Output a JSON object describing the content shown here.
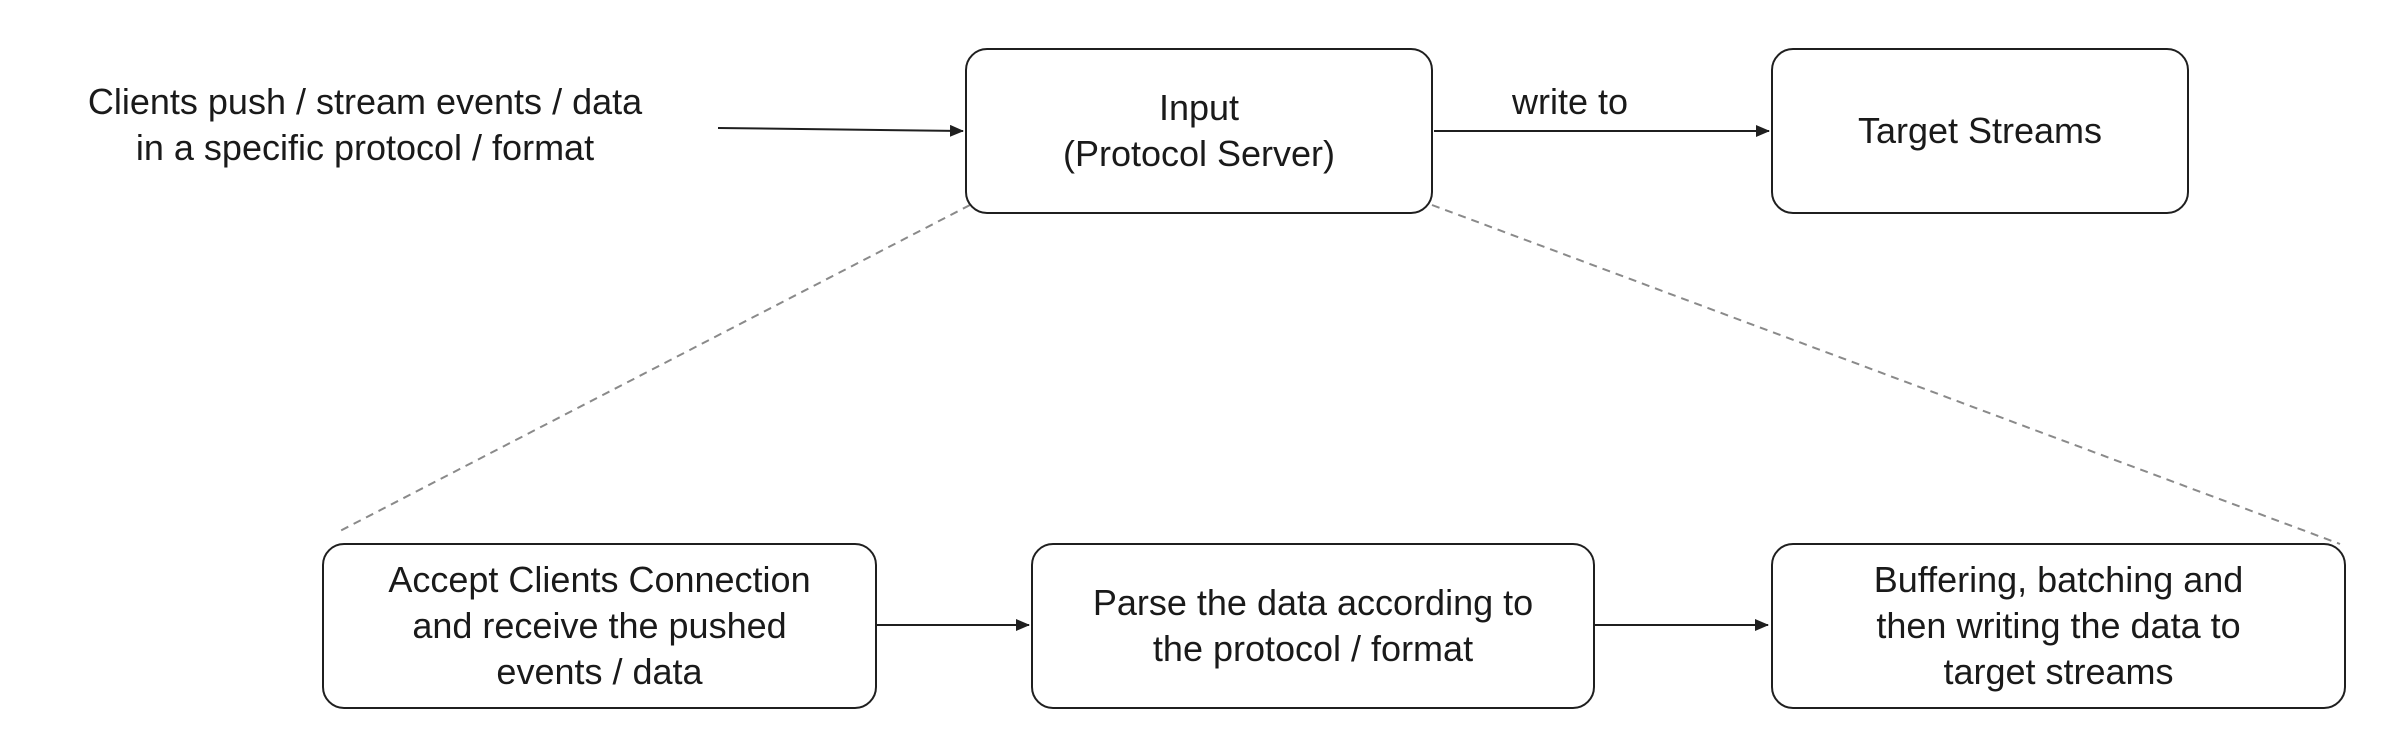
{
  "diagram": {
    "source_text": {
      "lines": [
        "Clients push / stream events / data",
        "in a specific protocol / format"
      ]
    },
    "input_node": {
      "lines": [
        "Input",
        "(Protocol Server)"
      ]
    },
    "edge_label": "write to",
    "target_node": {
      "lines": [
        "Target Streams"
      ]
    },
    "steps": [
      {
        "lines": [
          "Accept Clients Connection",
          "and receive the pushed",
          "events / data"
        ]
      },
      {
        "lines": [
          "Parse the data according to",
          "the protocol / format"
        ]
      },
      {
        "lines": [
          "Buffering, batching and",
          "then writing the data to",
          "target streams"
        ]
      }
    ],
    "colors": {
      "stroke": "#1f1f1f",
      "dashed": "#8a8a8a",
      "text": "#1a1a1a",
      "background": "#ffffff"
    }
  }
}
